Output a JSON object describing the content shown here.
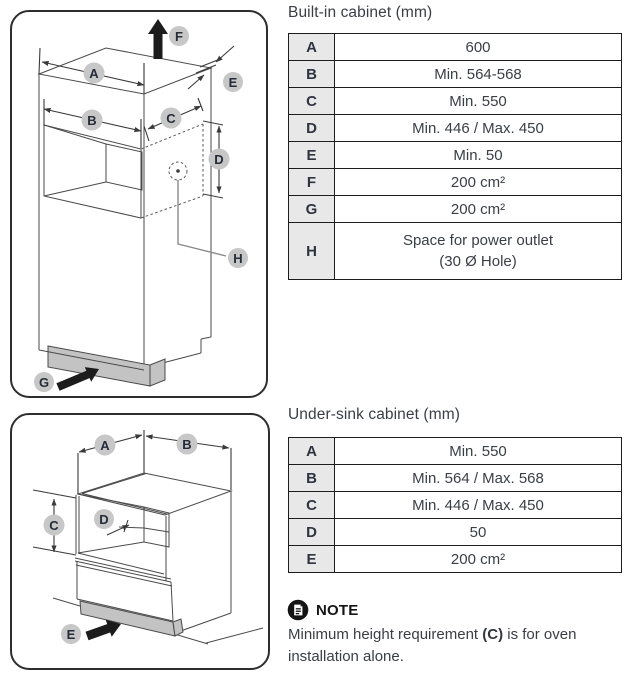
{
  "built_in": {
    "title": "Built-in cabinet (mm)",
    "rows": [
      {
        "key": "A",
        "value": "600"
      },
      {
        "key": "B",
        "value": "Min. 564-568"
      },
      {
        "key": "C",
        "value": "Min. 550"
      },
      {
        "key": "D",
        "value": "Min. 446 / Max. 450"
      },
      {
        "key": "E",
        "value": "Min. 50"
      },
      {
        "key": "F",
        "value": "200 cm²"
      },
      {
        "key": "G",
        "value": "200 cm²"
      },
      {
        "key": "H",
        "value": "Space for power outlet\n(30 Ø Hole)"
      }
    ],
    "labels": [
      "A",
      "B",
      "C",
      "D",
      "E",
      "F",
      "G",
      "H"
    ]
  },
  "under_sink": {
    "title": "Under-sink cabinet (mm)",
    "rows": [
      {
        "key": "A",
        "value": "Min. 550"
      },
      {
        "key": "B",
        "value": "Min. 564 / Max. 568"
      },
      {
        "key": "C",
        "value": "Min. 446 / Max. 450"
      },
      {
        "key": "D",
        "value": "50"
      },
      {
        "key": "E",
        "value": "200 cm²"
      }
    ],
    "labels": [
      "A",
      "B",
      "C",
      "D",
      "E"
    ]
  },
  "note": {
    "label": "NOTE",
    "text_before": "Minimum height requirement ",
    "text_bold": "(C)",
    "text_after": " is for oven installation alone."
  },
  "colors": {
    "table_border": "#1d1d1d",
    "key_cell_bg": "#e8e8e8",
    "body_text": "#3a3e45",
    "label_circle": "#c7c7c7",
    "plinth_gray": "#c3c3c3",
    "arrow_black": "#1c1c1c"
  }
}
